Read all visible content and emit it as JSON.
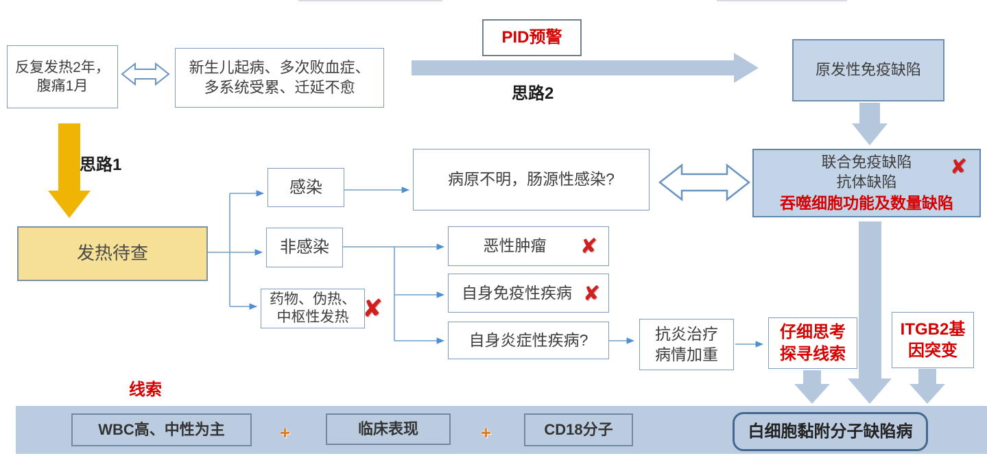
{
  "symbols": {
    "cross": "✘",
    "plus": "+"
  },
  "labels": {
    "route1": "思路1",
    "route2": "思路2",
    "clues": "线索"
  },
  "boxes": {
    "symptom": {
      "line1": "反复发热2年，",
      "line2": "腹痛1月"
    },
    "history": {
      "line1": "新生儿起病、多次败血症、",
      "line2": "多系统受累、迁延不愈"
    },
    "pid_alert": {
      "label": "PID预警"
    },
    "primary_immunodeficiency": {
      "label": "原发性免疫缺陷"
    },
    "combined_defect": {
      "line1": "联合免疫缺陷",
      "line2": "抗体缺陷",
      "line3": "吞噬细胞功能及数量缺陷"
    },
    "fever_workup": {
      "label": "发热待查"
    },
    "infection": {
      "label": "感染"
    },
    "unknown_pathogen": {
      "label": "病原不明，肠源性感染?"
    },
    "non_infection": {
      "label": "非感染"
    },
    "malignancy": {
      "label": "恶性肿瘤"
    },
    "autoimmune": {
      "label": "自身免疫性疾病"
    },
    "autoinflammatory": {
      "label": "自身炎症性疾病?"
    },
    "drug_fever": {
      "line1": "药物、伪热、",
      "line2": "中枢性发热"
    },
    "anti_inflammatory": {
      "line1": "抗炎治疗",
      "line2": "病情加重"
    },
    "careful_thinking": {
      "line1": "仔细思考",
      "line2": "探寻线索"
    },
    "itgb2": {
      "line1": "ITGB2基",
      "line2": "因突变"
    }
  },
  "band": {
    "wbc": "WBC高、中性为主",
    "clinical": "临床表现",
    "cd18": "CD18分子",
    "diagnosis": "白细胞黏附分子缺陷病"
  },
  "colors": {
    "block_arrow_blue": "#b4c7dd",
    "band_blue": "#bccce0",
    "box_fill_blue": "#c6d5e8",
    "yellow_arrow": "#f0b504",
    "yellow_box": "#f5e095",
    "red_text": "#d40000",
    "connector_blue": "#6fa0cc"
  }
}
